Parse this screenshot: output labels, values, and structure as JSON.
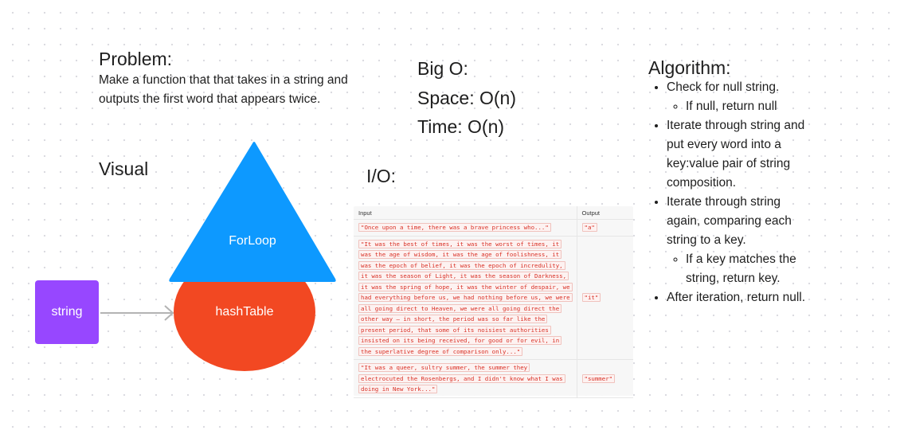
{
  "problem": {
    "title": "Problem:",
    "description": "Make a function that that takes in a string and outputs the first word that appears twice."
  },
  "big_o": {
    "title": "Big O:",
    "space": "Space: O(n)",
    "time": "Time: O(n)"
  },
  "algorithm": {
    "title": "Algorithm:",
    "steps": [
      {
        "text": "Check for null string.",
        "sub": [
          "If null, return null"
        ]
      },
      {
        "text": "Iterate through string and put every word into a key:value pair of string composition.",
        "sub": []
      },
      {
        "text": "Iterate through string again, comparing each string to a key.",
        "sub": [
          "If a key matches the string, return key."
        ]
      },
      {
        "text": "After iteration, return null.",
        "sub": []
      }
    ]
  },
  "visual": {
    "title": "Visual",
    "string_node": "string",
    "hashtable_node": "hashTable",
    "forloop_node": "ForLoop",
    "colors": {
      "string": "#9747ff",
      "hashtable": "#f24822",
      "forloop": "#0d99ff",
      "arrow": "#b3b3b3"
    }
  },
  "io": {
    "title": "I/O:",
    "headers": [
      "Input",
      "Output"
    ],
    "rows": [
      {
        "input": "\"Once upon a time, there was a brave princess who...\"",
        "output": "\"a\""
      },
      {
        "input": "\"It was the best of times, it was the worst of times, it was the age of wisdom, it was the age of foolishness, it was the epoch of belief, it was the epoch of incredulity, it was the season of Light, it was the season of Darkness, it was the spring of hope, it was the winter of despair, we had everything before us, we had nothing before us, we were all going direct to Heaven, we were all going direct the other way – in short, the period was so far like the present period, that some of its noisiest authorities insisted on its being received, for good or for evil, in the superlative degree of comparison only...\"",
        "output": "\"it\""
      },
      {
        "input": "\"It was a queer, sultry summer, the summer they electrocuted the Rosenbergs, and I didn't know what I was doing in New York...\"",
        "output": "\"summer\""
      }
    ]
  }
}
